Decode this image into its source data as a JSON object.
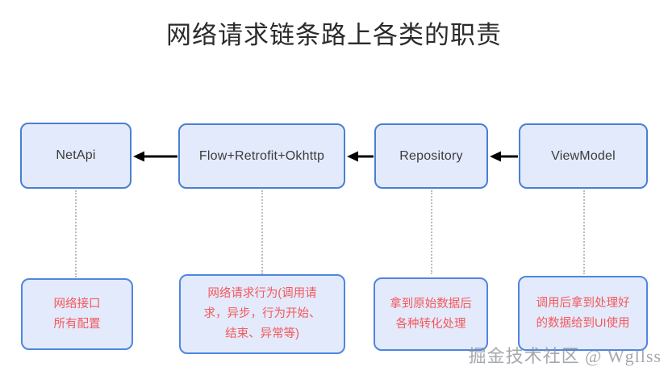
{
  "title": "网络请求链条路上各类的职责",
  "colors": {
    "box_fill": "#e3eafb",
    "box_border": "#4a7fd1",
    "note_text": "#f4585c",
    "stage_text": "#3b3b3b",
    "arrow": "#000000",
    "connector": "#b9bcc2",
    "title_text": "#2b2b2b",
    "watermark": "#8d9097",
    "background": "#ffffff"
  },
  "stages": [
    {
      "id": "netapi",
      "label": "NetApi"
    },
    {
      "id": "flow",
      "label": "Flow+Retrofit+Okhttp"
    },
    {
      "id": "repository",
      "label": "Repository"
    },
    {
      "id": "viewmodel",
      "label": "ViewModel"
    }
  ],
  "notes": [
    {
      "id": "note-netapi",
      "text": "网络接口\n所有配置"
    },
    {
      "id": "note-flow",
      "text": "网络请求行为(调用请\n求，异步，行为开始、\n结束、异常等)"
    },
    {
      "id": "note-repository",
      "text": "拿到原始数据后\n各种转化处理"
    },
    {
      "id": "note-viewmodel",
      "text": "调用后拿到处理好\n的数据给到UI使用"
    }
  ],
  "arrows": [
    {
      "id": "arrow-flow-to-netapi",
      "direction": "left"
    },
    {
      "id": "arrow-repository-to-flow",
      "direction": "left"
    },
    {
      "id": "arrow-viewmodel-to-repository",
      "direction": "left"
    }
  ],
  "watermark": "掘金技术社区 @ Wgllss"
}
